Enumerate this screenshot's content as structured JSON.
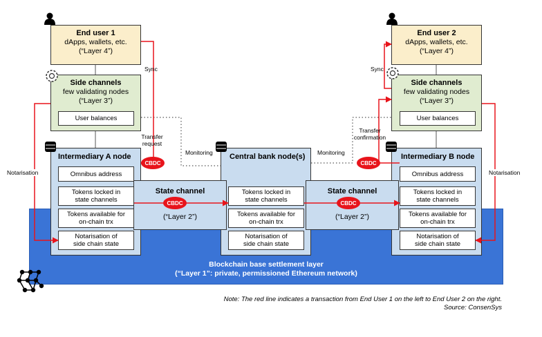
{
  "end_user_1": {
    "title": "End user 1",
    "line1": "dApps, wallets, etc.",
    "layer": "(“Layer 4”)"
  },
  "end_user_2": {
    "title": "End user 2",
    "line1": "dApps, wallets, etc.",
    "layer": "(“Layer 4”)"
  },
  "side_channels_left": {
    "title": "Side channels",
    "line1": "few validating nodes",
    "layer": "(“Layer 3”)",
    "user_balances": "User balances"
  },
  "side_channels_right": {
    "title": "Side channels",
    "line1": "few validating nodes",
    "layer": "(“Layer 3”)",
    "user_balances": "User balances"
  },
  "intermediary_a": {
    "title": "Intermediary A node",
    "omnibus": "Omnibus address",
    "tokens_locked_1": "Tokens locked in",
    "tokens_locked_2": "state channels",
    "tokens_available_1": "Tokens available for",
    "tokens_available_2": "on-chain trx",
    "notarisation_1": "Notarisation of",
    "notarisation_2": "side chain state"
  },
  "intermediary_b": {
    "title": "Intermediary B node",
    "omnibus": "Omnibus address",
    "tokens_locked_1": "Tokens locked in",
    "tokens_locked_2": "state channels",
    "tokens_available_1": "Tokens available for",
    "tokens_available_2": "on-chain trx",
    "notarisation_1": "Notarisation of",
    "notarisation_2": "side chain state"
  },
  "central_bank": {
    "title": "Central bank node(s)",
    "tokens_locked_1": "Tokens locked in",
    "tokens_locked_2": "state channels",
    "tokens_available_1": "Tokens available for",
    "tokens_available_2": "on-chain trx",
    "notarisation_1": "Notarisation of",
    "notarisation_2": "side chain state"
  },
  "state_channel_left": {
    "title": "State channel",
    "layer": "(“Layer 2”)"
  },
  "state_channel_right": {
    "title": "State channel",
    "layer": "(“Layer 2”)"
  },
  "base_layer": {
    "line1": "Blockchain base settlement layer",
    "line2": "(“Layer 1”: private, permissioned Ethereum network)"
  },
  "labels": {
    "sync": "Sync",
    "transfer_request_1": "Transfer",
    "transfer_request_2": "request",
    "transfer_confirmation_1": "Transfer",
    "transfer_confirmation_2": "confirmation",
    "monitoring": "Monitoring",
    "notarisation": "Notarisation",
    "cbdc": "CBDC"
  },
  "note": {
    "line1": "Note: The red line indicates a transaction from End User 1 on the left to End User 2 on the right.",
    "line2": "Source: ConsenSys"
  },
  "icons": [
    "user-icon",
    "gear-icon",
    "database-icon",
    "network-icon"
  ],
  "colors": {
    "layer4": "#fbeecb",
    "layer3": "#e0ecd0",
    "node": "#c9dcef",
    "base": "#3a74d6",
    "flow": "#e8141b"
  }
}
